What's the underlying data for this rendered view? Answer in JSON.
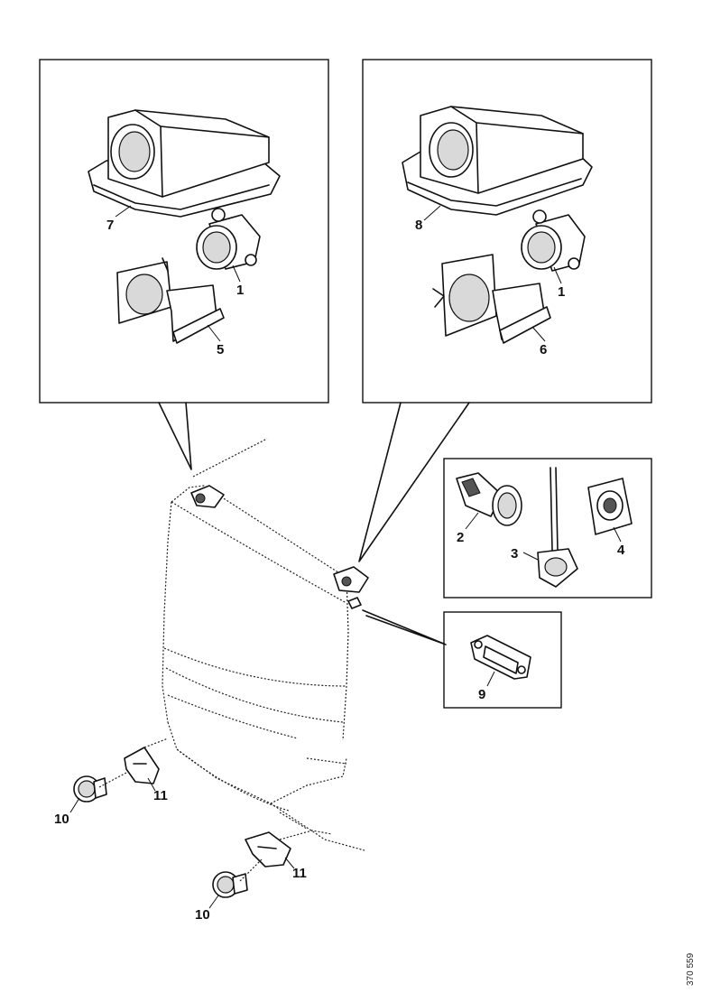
{
  "callouts": {
    "lamp_1_left": "1",
    "lamp_1_right": "1",
    "connector_2": "2",
    "bulb_holder_3": "3",
    "socket_4": "4",
    "bracket_5": "5",
    "bracket_6": "6",
    "housing_7": "7",
    "housing_8": "8",
    "side_marker_9": "9",
    "lamp_10_upper": "10",
    "lamp_10_lower": "10",
    "bracket_11_upper": "11",
    "bracket_11_lower": "11"
  },
  "document_id": "370 559"
}
